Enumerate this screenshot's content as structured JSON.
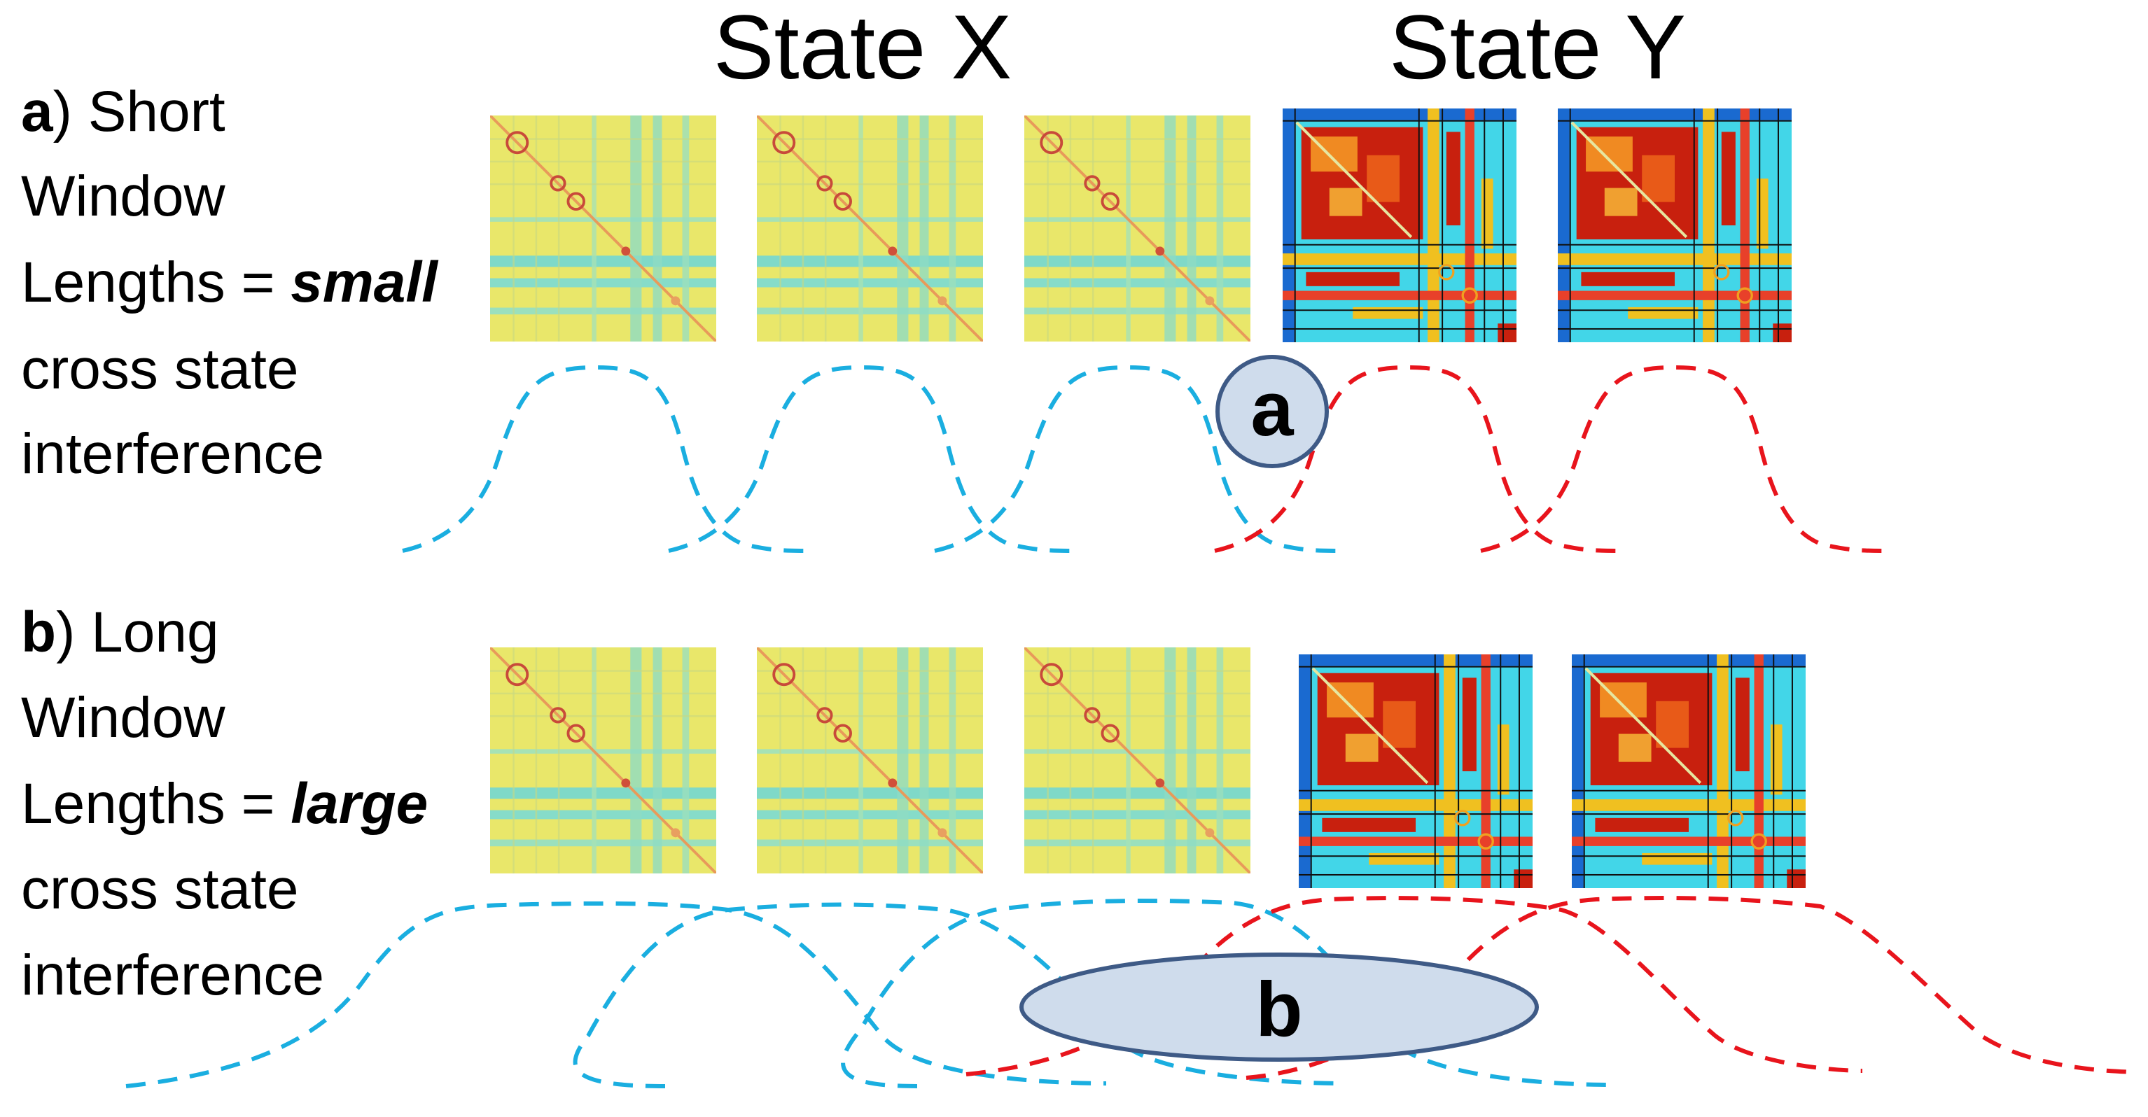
{
  "headers": {
    "state_x": "State X",
    "state_y": "State Y"
  },
  "panel_a": {
    "tag": "a",
    "lines": [
      {
        "plain": ") Short"
      },
      {
        "plain": "Window"
      },
      {
        "plain": "Lengths = ",
        "emph": "small"
      },
      {
        "plain": "cross state"
      },
      {
        "plain": "interference"
      }
    ],
    "marker": "a",
    "matrices": [
      "X",
      "X",
      "X",
      "Y",
      "Y"
    ],
    "windows": [
      "X",
      "X",
      "X",
      "Y",
      "Y"
    ]
  },
  "panel_b": {
    "tag": "b",
    "lines": [
      {
        "plain": ") Long"
      },
      {
        "plain": "Window"
      },
      {
        "plain": "Lengths = ",
        "emph": "large"
      },
      {
        "plain": "cross state"
      },
      {
        "plain": "interference"
      }
    ],
    "marker": "b",
    "matrices": [
      "X",
      "X",
      "X",
      "Y",
      "Y"
    ],
    "windows": [
      "X",
      "X",
      "X",
      "Y",
      "Y"
    ]
  },
  "colors": {
    "state_x_curve": "#1aaee0",
    "state_y_curve": "#e8141c",
    "marker_fill": "#cfdcec",
    "marker_stroke": "#3e5a86"
  }
}
